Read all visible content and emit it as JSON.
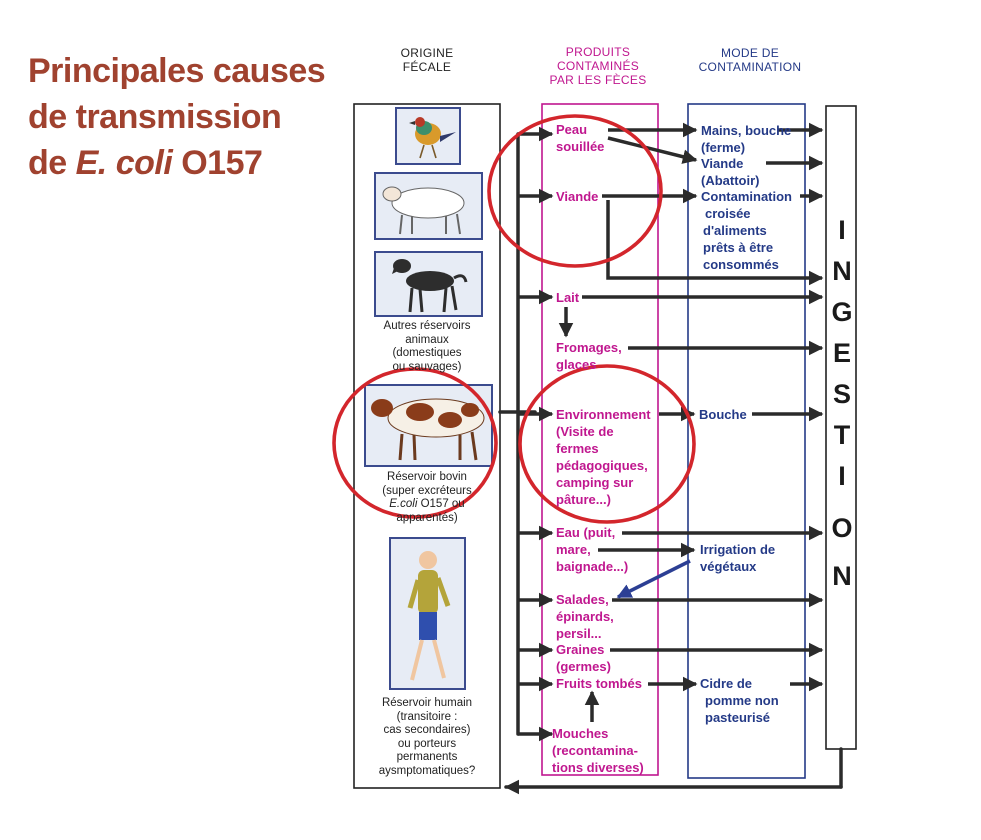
{
  "title": {
    "line1": "Principales causes",
    "line2": "de transmission",
    "line3_prefix": "de ",
    "line3_italic": "E. coli",
    "line3_suffix": " O157"
  },
  "headers": {
    "origin_line1": "ORIGINE",
    "origin_line2": "FÉCALE",
    "produits_line1": "PRODUITS",
    "produits_line2": "CONTAMINÉS",
    "produits_line3": "PAR LES FÈCES",
    "mode_line1": "MODE DE",
    "mode_line2": "CONTAMINATION"
  },
  "origins": {
    "autres_l1": "Autres réservoirs",
    "autres_l2": "animaux",
    "autres_l3": "(domestiques",
    "autres_l4": "ou sauvages)",
    "bovin_l1": "Réservoir bovin",
    "bovin_l2": "(super excréteurs",
    "bovin_l3_italic": "E.coli",
    "bovin_l3_rest": " O157 ou",
    "bovin_l4": "apparentés)",
    "humain_l1": "Réservoir humain",
    "humain_l2": "(transitoire :",
    "humain_l3": "cas secondaires)",
    "humain_l4": "ou porteurs",
    "humain_l5": "permanents",
    "humain_l6": "aysmptomatiques?"
  },
  "produits": {
    "peau_l1": "Peau",
    "peau_l2": "souillée",
    "viande": "Viande",
    "lait": "Lait",
    "fromages_l1": "Fromages,",
    "fromages_l2": "glaces",
    "env_l1": "Environnement",
    "env_l2": "(Visite de",
    "env_l3": "fermes",
    "env_l4": "pédagogiques,",
    "env_l5": "camping sur",
    "env_l6": "pâture...)",
    "eau_l1": "Eau (puit,",
    "eau_l2": "mare,",
    "eau_l3": "baignade...)",
    "salades_l1": "Salades,",
    "salades_l2": "épinards,",
    "salades_l3": "persil...",
    "graines_l1": "Graines",
    "graines_l2": "(germes)",
    "fruits": "Fruits tombés",
    "mouches_l1": "Mouches",
    "mouches_l2": "(recontamina-",
    "mouches_l3": "tions diverses)"
  },
  "modes": {
    "mains_l1": "Mains, bouche",
    "mains_l2": "(ferme)",
    "viande_l1": "Viande",
    "viande_l2": "(Abattoir)",
    "contam_l1": "Contamination",
    "contam_l2": "croisée",
    "contam_l3": "d'aliments",
    "contam_l4": "prêts à être",
    "contam_l5": "consommés",
    "bouche": "Bouche",
    "irrig_l1": "Irrigation de",
    "irrig_l2": "végétaux",
    "cidre_l1": "Cidre de",
    "cidre_l2": "pomme non",
    "cidre_l3": "pasteurisé"
  },
  "ingestion_letters": [
    "I",
    "N",
    "G",
    "E",
    "S",
    "T",
    "I",
    "O",
    "N"
  ],
  "colors": {
    "title": "#a0422f",
    "produits": "#c0178f",
    "mode": "#243a87",
    "arrow": "#2b2b2b",
    "highlight_circle": "#d3262c"
  }
}
